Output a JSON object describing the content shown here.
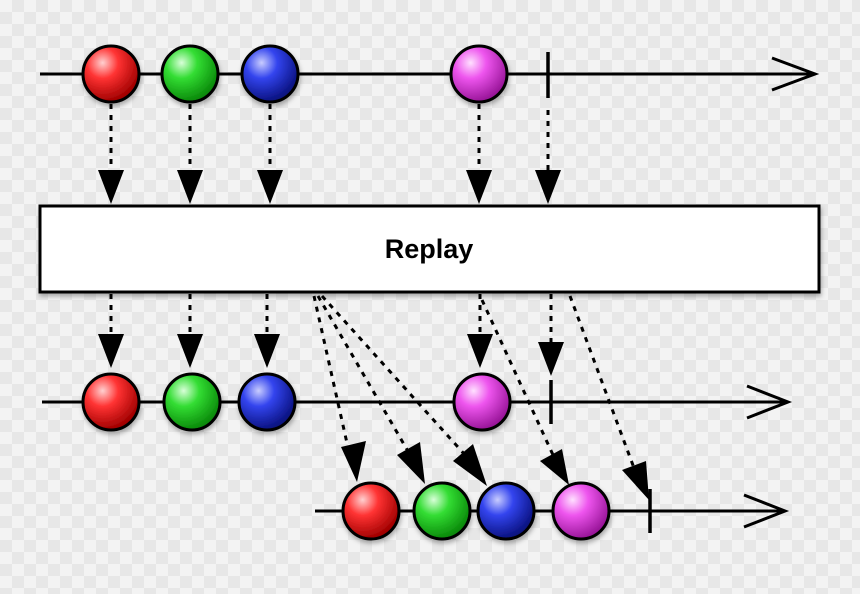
{
  "operator": {
    "label": "Replay"
  },
  "colors": {
    "red": "#ff3333",
    "green": "#33dd33",
    "blue": "#3344ee",
    "magenta": "#ee55ee",
    "line": "#000000",
    "box_fill": "#ffffff"
  },
  "timelines": [
    {
      "name": "source",
      "marbles": [
        {
          "name": "red-marble",
          "color": "red"
        },
        {
          "name": "green-marble",
          "color": "green"
        },
        {
          "name": "blue-marble",
          "color": "blue"
        },
        {
          "name": "magenta-marble",
          "color": "magenta"
        }
      ],
      "completes": true
    },
    {
      "name": "first-subscriber",
      "marbles": [
        {
          "name": "red-marble",
          "color": "red"
        },
        {
          "name": "green-marble",
          "color": "green"
        },
        {
          "name": "blue-marble",
          "color": "blue"
        },
        {
          "name": "magenta-marble",
          "color": "magenta"
        }
      ],
      "completes": true
    },
    {
      "name": "late-subscriber",
      "marbles": [
        {
          "name": "red-marble",
          "color": "red"
        },
        {
          "name": "green-marble",
          "color": "green"
        },
        {
          "name": "blue-marble",
          "color": "blue"
        },
        {
          "name": "magenta-marble",
          "color": "magenta"
        }
      ],
      "completes": true
    }
  ]
}
